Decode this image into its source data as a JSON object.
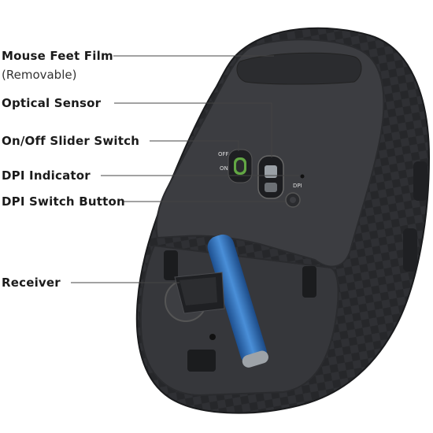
{
  "labels": {
    "feet_film": "Mouse Feet Film",
    "feet_film_note": "(Removable)",
    "optical_sensor": "Optical Sensor",
    "onoff_switch": "On/Off Slider Switch",
    "dpi_indicator": "DPI Indicator",
    "dpi_button": "DPI Switch Button",
    "receiver": "Receiver"
  },
  "switch_text": {
    "off": "OFF",
    "on": "ON",
    "dpi": "DPI"
  },
  "colors": {
    "body": "#2b2c2f",
    "plate": "#3d3e42",
    "receiver_blue": "#2f6db3",
    "leader": "#444444",
    "switch_green": "#6fbf4a"
  }
}
